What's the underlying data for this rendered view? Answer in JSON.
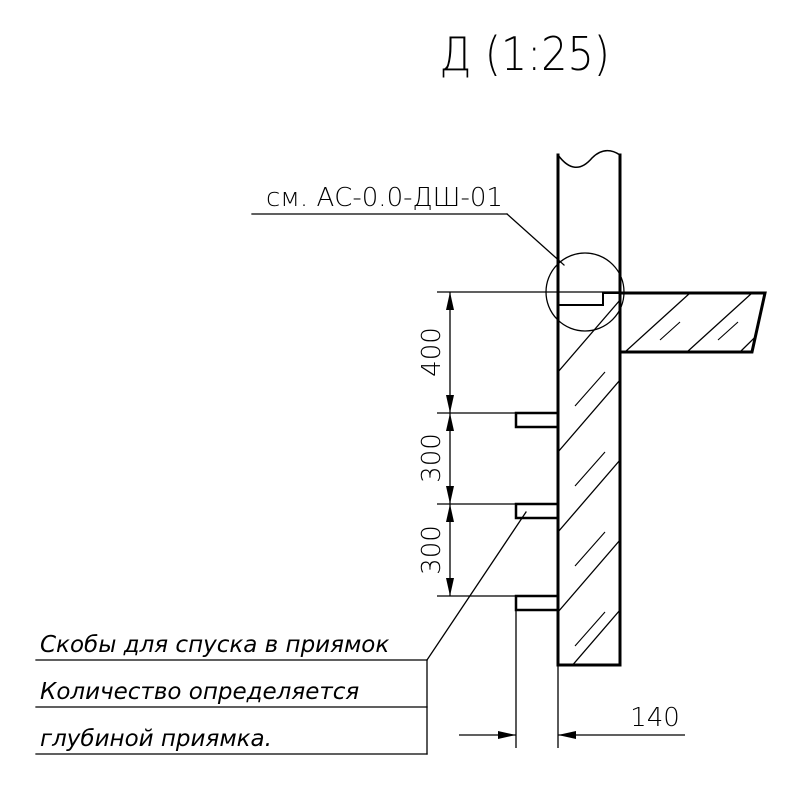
{
  "title": "Д (1:25)",
  "reference_note": "см. АС-0.0-ДШ-01",
  "dimensions": {
    "d1": "400",
    "d2": "300",
    "d3": "300",
    "wall_offset": "140"
  },
  "leader_note": {
    "line1": "Скобы для спуска в приямок",
    "line2": "Количество определяется",
    "line3": "глубиной приямка."
  }
}
